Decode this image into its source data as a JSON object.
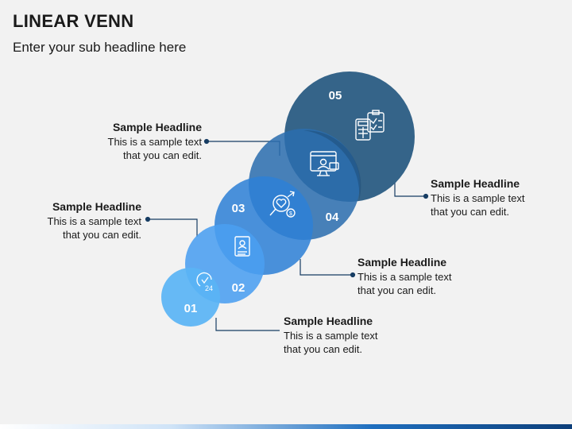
{
  "header": {
    "title": "LINEAR VENN",
    "subtitle": "Enter your sub headline here"
  },
  "colors": {
    "c01": "#5ab4f5",
    "c02": "#4a9ef0",
    "c03": "#2d80d6",
    "c04": "#2b6eaf",
    "c05": "#2e5f85",
    "connector": "#173d63"
  },
  "steps": [
    {
      "number": "01",
      "icon": "clock-24-icon",
      "headline": "Sample Headline",
      "text_line1": "This is a sample text",
      "text_line2": "that you can edit."
    },
    {
      "number": "02",
      "icon": "resume-document-icon",
      "headline": "Sample Headline",
      "text_line1": "This is a sample text",
      "text_line2": "that you can edit."
    },
    {
      "number": "03",
      "icon": "magnifier-heart-dollar-icon",
      "headline": "Sample Headline",
      "text_line1": "This is a sample text",
      "text_line2": "that you can edit."
    },
    {
      "number": "04",
      "icon": "monitor-profile-icon",
      "headline": "Sample Headline",
      "text_line1": "This is a sample text",
      "text_line2": "that you can edit."
    },
    {
      "number": "05",
      "icon": "calculator-checklist-icon",
      "headline": "Sample Headline",
      "text_line1": "This is a sample text",
      "text_line2": "that you can edit."
    }
  ]
}
